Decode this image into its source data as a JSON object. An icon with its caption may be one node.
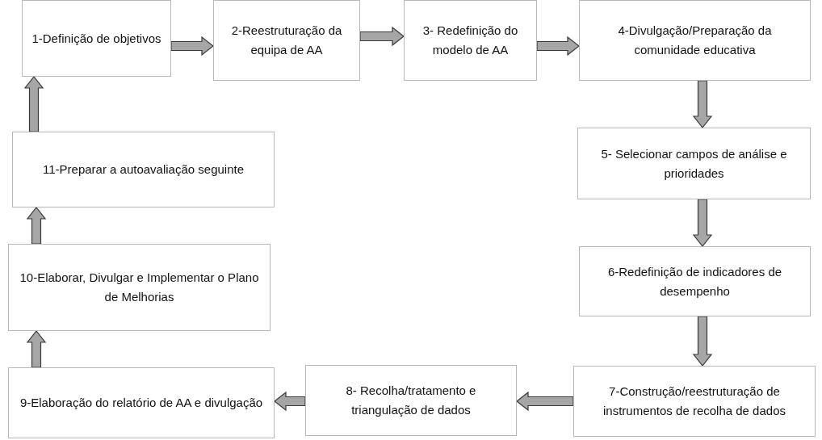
{
  "diagram": {
    "nodes": [
      {
        "text": [
          "1-Definição de objetivos"
        ]
      },
      {
        "text": [
          "2-Reestruturação da equipa de AA"
        ]
      },
      {
        "text": [
          "3- Redefinição do modelo de AA"
        ]
      },
      {
        "text": [
          "4-Divulgação/Preparação da comunidade educativa"
        ]
      },
      {
        "text": [
          "5- Selecionar campos de análise e prioridades"
        ]
      },
      {
        "text": [
          "6-Redefinição de indicadores de desempenho"
        ]
      },
      {
        "text": [
          "7-Construção/reestruturação de instrumentos de recolha de dados"
        ]
      },
      {
        "text": [
          "8- Recolha/tratamento e triangulação de dados"
        ]
      },
      {
        "text": [
          "9-Elaboração do relatório de AA e divulgação"
        ]
      },
      {
        "text": [
          "10-Elaborar, Divulgar e Implementar o Plano de Melhorias"
        ]
      },
      {
        "text": [
          "11-Preparar a autoavaliação seguinte"
        ]
      }
    ],
    "edges": [
      {
        "from": 0,
        "to": 1,
        "arrow": "to"
      },
      {
        "from": 1,
        "to": 2,
        "arrow": "to"
      },
      {
        "from": 2,
        "to": 3,
        "arrow": "to"
      },
      {
        "from": 3,
        "to": 4,
        "arrow": "to"
      },
      {
        "from": 4,
        "to": 5,
        "arrow": "to"
      },
      {
        "from": 5,
        "to": 6,
        "arrow": "to"
      },
      {
        "from": 6,
        "to": 7,
        "arrow": "to"
      },
      {
        "from": 7,
        "to": 8,
        "arrow": "to"
      },
      {
        "from": 8,
        "to": 9,
        "arrow": "to"
      },
      {
        "from": 9,
        "to": 10,
        "arrow": "to"
      },
      {
        "from": 10,
        "to": 0,
        "arrow": "to"
      }
    ]
  }
}
